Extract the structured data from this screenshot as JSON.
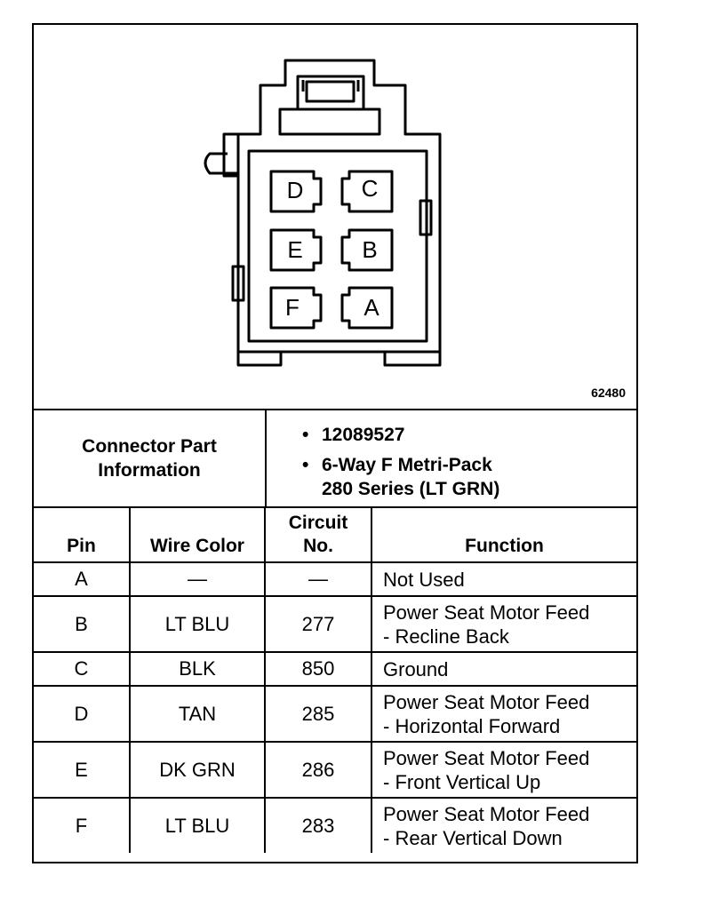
{
  "figure_number": "62480",
  "connector": {
    "pin_letters": [
      "D",
      "C",
      "E",
      "B",
      "F",
      "A"
    ],
    "part_info_label_line1": "Connector Part",
    "part_info_label_line2": "Information",
    "bullet_char": "•",
    "part_number": "12089527",
    "description_line1": "6-Way F Metri-Pack",
    "description_line2": "280 Series (LT GRN)"
  },
  "table": {
    "headers": {
      "pin": "Pin",
      "wire_color": "Wire Color",
      "circuit_line1": "Circuit",
      "circuit_line2": "No.",
      "function": "Function"
    },
    "rows": [
      {
        "pin": "A",
        "wire_color": "—",
        "circuit": "—",
        "function_line1": "Not Used",
        "function_line2": ""
      },
      {
        "pin": "B",
        "wire_color": "LT BLU",
        "circuit": "277",
        "function_line1": "Power Seat Motor Feed",
        "function_line2": "- Recline Back"
      },
      {
        "pin": "C",
        "wire_color": "BLK",
        "circuit": "850",
        "function_line1": "Ground",
        "function_line2": ""
      },
      {
        "pin": "D",
        "wire_color": "TAN",
        "circuit": "285",
        "function_line1": "Power Seat Motor Feed",
        "function_line2": "- Horizontal Forward"
      },
      {
        "pin": "E",
        "wire_color": "DK GRN",
        "circuit": "286",
        "function_line1": "Power Seat Motor Feed",
        "function_line2": "- Front Vertical Up"
      },
      {
        "pin": "F",
        "wire_color": "LT BLU",
        "circuit": "283",
        "function_line1": "Power Seat Motor Feed",
        "function_line2": "- Rear Vertical Down"
      }
    ]
  }
}
